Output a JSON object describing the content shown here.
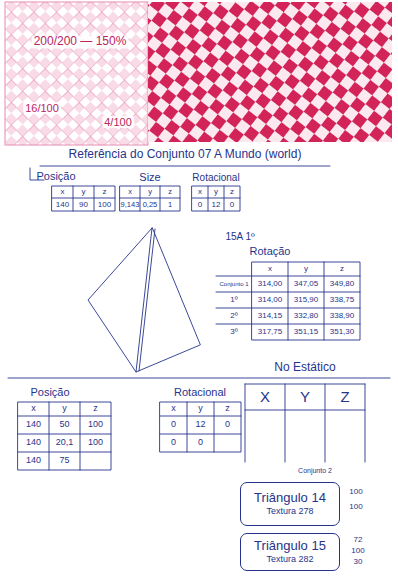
{
  "diagram": {
    "title": "Referência do Conjunto 07 A Mundo (world)",
    "nodes": [
      {
        "text": [
          "Triângulo 14",
          "Textura 278"
        ]
      },
      {
        "text": [
          "Triângulo 15",
          "Textura 282"
        ]
      }
    ],
    "labels": [
      "200/200 — 150%",
      "16/100",
      "4/100",
      "Posição",
      "x",
      "y",
      "z",
      "140",
      "90",
      "100",
      "Size",
      "x",
      "y",
      "z",
      "9,143",
      "0,25",
      "1",
      "Rotacional",
      "x",
      "y",
      "z",
      "0",
      "12",
      "0",
      "15A 1º",
      "Rotação",
      "x",
      "y",
      "z",
      "Conjunto 1",
      "314,00",
      "347,05",
      "349,80",
      "1º",
      "314,00",
      "315,90",
      "338,75",
      "2º",
      "314,15",
      "332,80",
      "338,90",
      "3º",
      "317,75",
      "351,15",
      "351,30",
      "Posição",
      "x",
      "y",
      "z",
      "140",
      "50",
      "100",
      "140",
      "20,1",
      "100",
      "140",
      "75",
      "Rotacional",
      "x",
      "y",
      "z",
      "0",
      "12",
      "0",
      "0",
      "0",
      "No Estático",
      "X",
      "Y",
      "Z",
      "Conjunto 2",
      "100",
      "100",
      "72",
      "100",
      "30"
    ]
  }
}
